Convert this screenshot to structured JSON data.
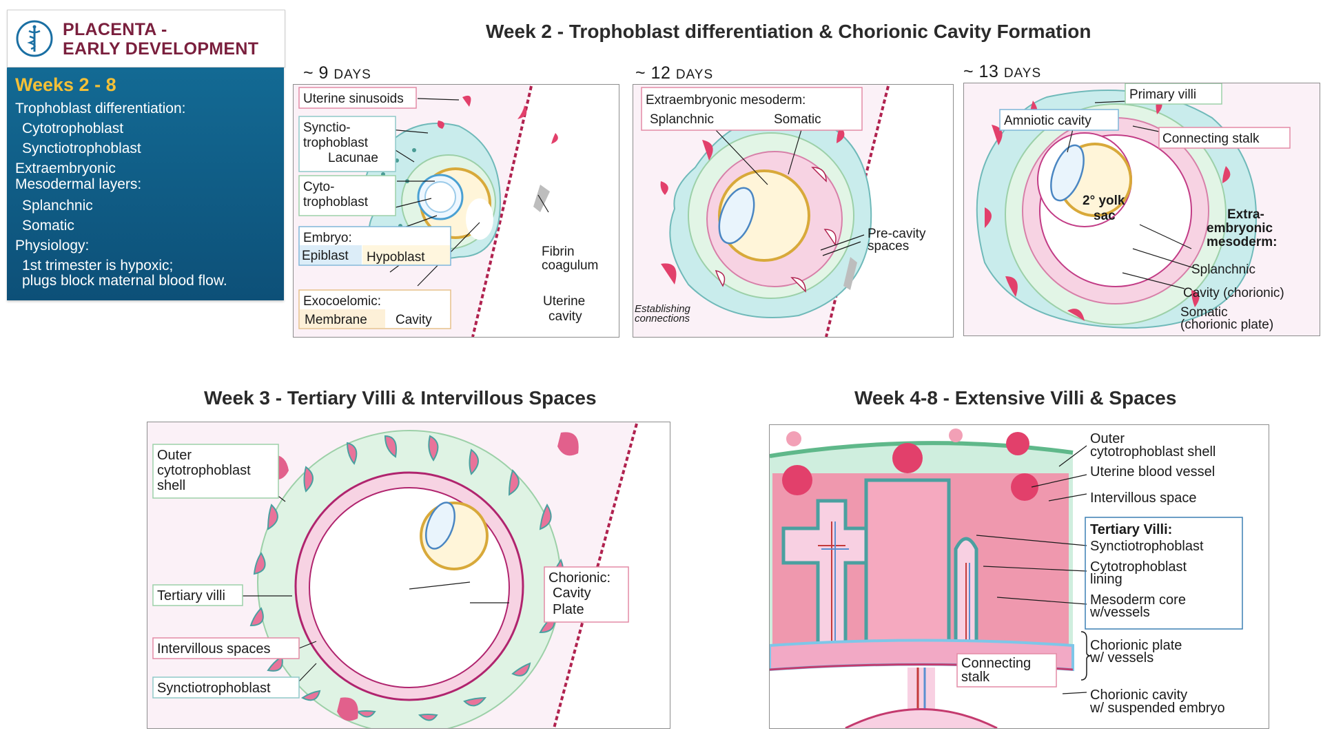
{
  "header": {
    "title_line1": "PLACENTA -",
    "title_line2": "EARLY DEVELOPMENT",
    "logo_icon": "caduceus-icon"
  },
  "sidebar": {
    "heading": "Weeks 2 - 8",
    "trophoblast_title": "Trophoblast differentiation:",
    "trophoblast_items": [
      "Cytotrophoblast",
      "Synctiotrophoblast"
    ],
    "mesoderm_title_1": "Extraembryonic",
    "mesoderm_title_2": "Mesodermal layers:",
    "mesoderm_items": [
      "Splanchnic",
      "Somatic"
    ],
    "physiology_title": "Physiology:",
    "physiology_lines": [
      "1st trimester is hypoxic;",
      "plugs block maternal blood flow."
    ]
  },
  "week2": {
    "title": "Week 2 - Trophoblast differentiation & Chorionic Cavity Formation",
    "day9": {
      "label_prefix": "~ 9 ",
      "label_caps": "DAYS",
      "uterine_sinusoids": "Uterine sinusoids",
      "synctio_1": "Synctio-",
      "synctio_2": "trophoblast",
      "lacunae": "Lacunae",
      "cyto_1": "Cyto-",
      "cyto_2": "trophoblast",
      "embryo": "Embryo:",
      "epiblast": "Epiblast",
      "hypoblast": "Hypoblast",
      "exocoelomic": "Exocoelomic:",
      "membrane": "Membrane",
      "cavity": "Cavity",
      "fibrin_1": "Fibrin",
      "fibrin_2": "coagulum",
      "uterine_1": "Uterine",
      "uterine_2": "cavity"
    },
    "day12": {
      "label_prefix": "~ 12 ",
      "label_caps": "DAYS",
      "extra_meso": "Extraembryonic mesoderm:",
      "splanchnic": "Splanchnic",
      "somatic": "Somatic",
      "precavity_1": "Pre-cavity",
      "precavity_2": "spaces",
      "establishing_1": "Establishing",
      "establishing_2": "connections"
    },
    "day13": {
      "label_prefix": "~ 13 ",
      "label_caps": "DAYS",
      "primary_villi": "Primary villi",
      "amniotic_cavity": "Amniotic cavity",
      "connecting_stalk": "Connecting stalk",
      "yolk_1": "2° yolk",
      "yolk_2": "sac",
      "extra_1": "Extra-",
      "extra_2": "embryonic",
      "extra_3": "mesoderm:",
      "splanchnic": "Splanchnic",
      "cavity_chorionic": "Cavity (chorionic)",
      "somatic_1": "Somatic",
      "somatic_2": "(chorionic plate)"
    }
  },
  "week3": {
    "title": "Week 3 - Tertiary Villi & Intervillous Spaces",
    "outer_1": "Outer",
    "outer_2": "cytotrophoblast",
    "outer_3": "shell",
    "tertiary_villi": "Tertiary villi",
    "intervillous_spaces": "Intervillous spaces",
    "synctiotrophoblast": "Synctiotrophoblast",
    "chorionic": "Chorionic:",
    "cavity": "Cavity",
    "plate": "Plate"
  },
  "week48": {
    "title": "Week 4-8 - Extensive Villi & Spaces",
    "outer_1": "Outer",
    "outer_2": "cytotrophoblast shell",
    "uterine_vessel": "Uterine blood vessel",
    "intervillous_space": "Intervillous space",
    "tertiary_title": "Tertiary Villi:",
    "synctio": "Synctiotrophoblast",
    "cyto_1": "Cytotrophoblast",
    "cyto_2": "lining",
    "meso_1": "Mesoderm core",
    "meso_2": "w/vessels",
    "plate_1": "Chorionic plate",
    "plate_2": "w/ vessels",
    "stalk_1": "Connecting",
    "stalk_2": "stalk",
    "cavity_1": "Chorionic cavity",
    "cavity_2": "w/ suspended embryo"
  },
  "colors": {
    "brand": "#7a1f3d",
    "sidebar_blue": "#0f5d86",
    "accent_yellow": "#f4c037",
    "synctio_teal": "#bfe6e6",
    "cyto_green": "#dff3e4",
    "meso_pink": "#f6cfe0",
    "blood_red": "#e2406b",
    "uterine_pink": "#f8e8f1"
  }
}
